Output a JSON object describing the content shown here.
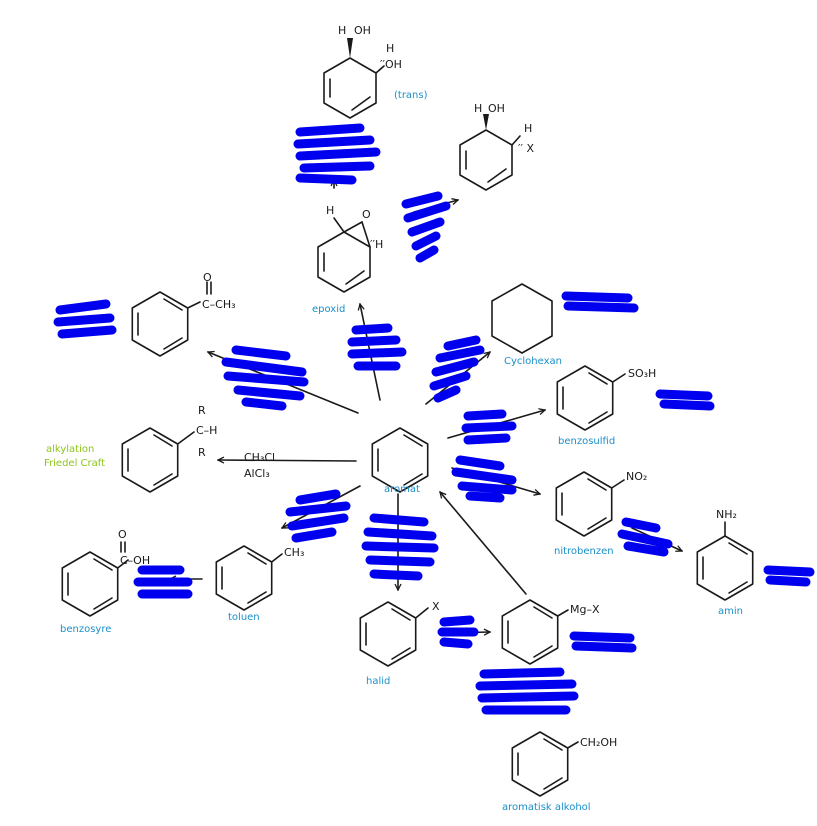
{
  "colors": {
    "ink": "#1a1a1a",
    "label": "#1a8fc9",
    "side_label": "#8cc51a",
    "redaction": "#0000ee"
  },
  "labels": {
    "trans": "(trans)",
    "epoxid": "epoxid",
    "cyclohexan": "Cyclohexan",
    "benzosulfid": "benzosulfid",
    "nitrobenzen": "nitrobenzen",
    "amin": "amin",
    "aromat": "aromat",
    "toluen": "toluen",
    "benzosyre": "benzosyre",
    "halid": "halid",
    "aromatisk_alkohol": "aromatisk alkohol"
  },
  "side_label": {
    "line1": "alkylation",
    "line2": "Friedel Craft"
  },
  "reagents": {
    "line1": "CH₃Cl",
    "line2": "AlCl₃"
  },
  "atoms": {
    "h": "H",
    "oh": "OH",
    "ioh": "′′OH",
    "o": "O",
    "x": "X",
    "ix": "′′ X",
    "ih": "′′H",
    "c": "C",
    "ch3": "CH₃",
    "c_ch3": "C–CH₃",
    "r": "R",
    "c_h": "C–H",
    "so3h": "SO₃H",
    "no2": "NO₂",
    "nh2": "NH₂",
    "mgx": "Mg–X",
    "ch2oh": "CH₂OH",
    "c_oh": "C–OH"
  }
}
